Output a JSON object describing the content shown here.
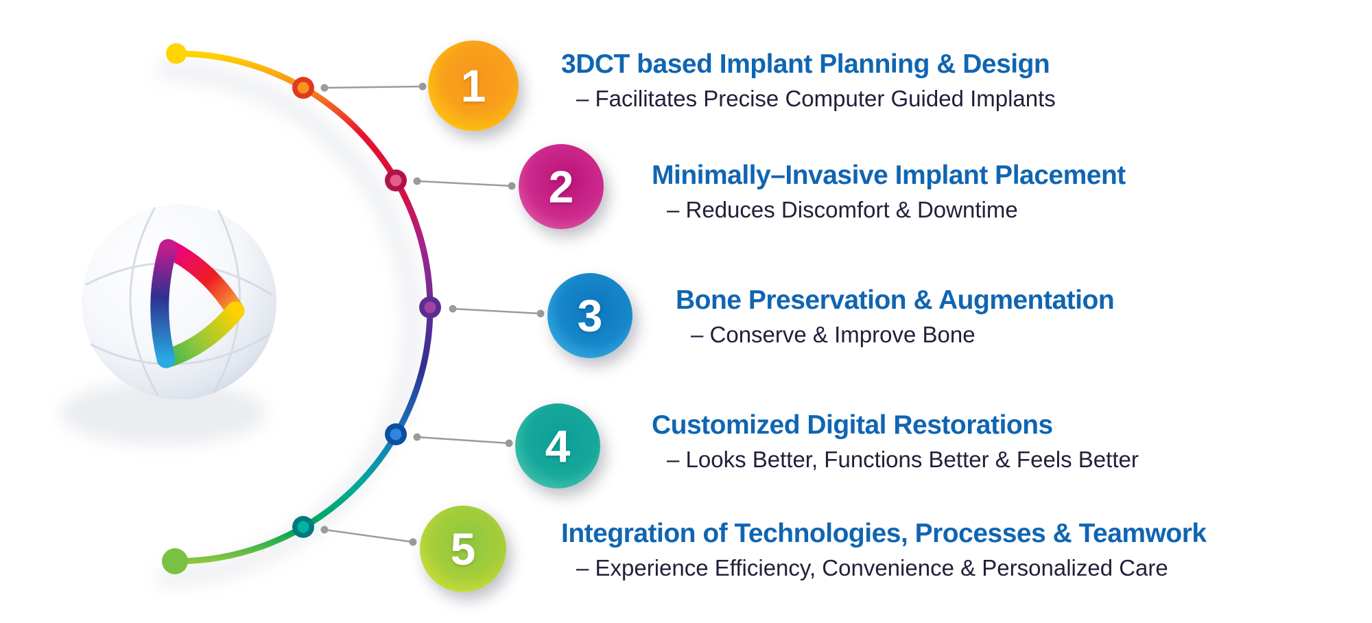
{
  "logo": {
    "icon": "sphere-triangle-logo"
  },
  "steps": [
    {
      "number": "1",
      "title": "3DCT based Implant Planning & Design",
      "subtitle": "–  Facilitates Precise Computer Guided Implants",
      "accent_from": "#FFD200",
      "accent_to": "#F7941D"
    },
    {
      "number": "2",
      "title": "Minimally–Invasive Implant Placement",
      "subtitle": "–  Reduces Discomfort & Downtime",
      "accent_from": "#EF74B6",
      "accent_to": "#BC1278"
    },
    {
      "number": "3",
      "title": "Bone Preservation & Augmentation",
      "subtitle": "–  Conserve & Improve Bone",
      "accent_from": "#4CC4F1",
      "accent_to": "#0D76BC"
    },
    {
      "number": "4",
      "title": "Customized Digital Restorations",
      "subtitle": "–  Looks Better, Functions Better & Feels Better",
      "accent_from": "#62D7B9",
      "accent_to": "#0C9F98"
    },
    {
      "number": "5",
      "title": "Integration of Technologies, Processes & Teamwork",
      "subtitle": "–  Experience Efficiency, Convenience & Personalized Care",
      "accent_from": "#E4EA3C",
      "accent_to": "#8CC63F"
    }
  ],
  "palette": {
    "heading": "#1065B2",
    "subtitle": "#20203A",
    "arc_top": "#FFD400",
    "arc_bottom": "#8CC63F",
    "connector": "#9B9B9B"
  }
}
